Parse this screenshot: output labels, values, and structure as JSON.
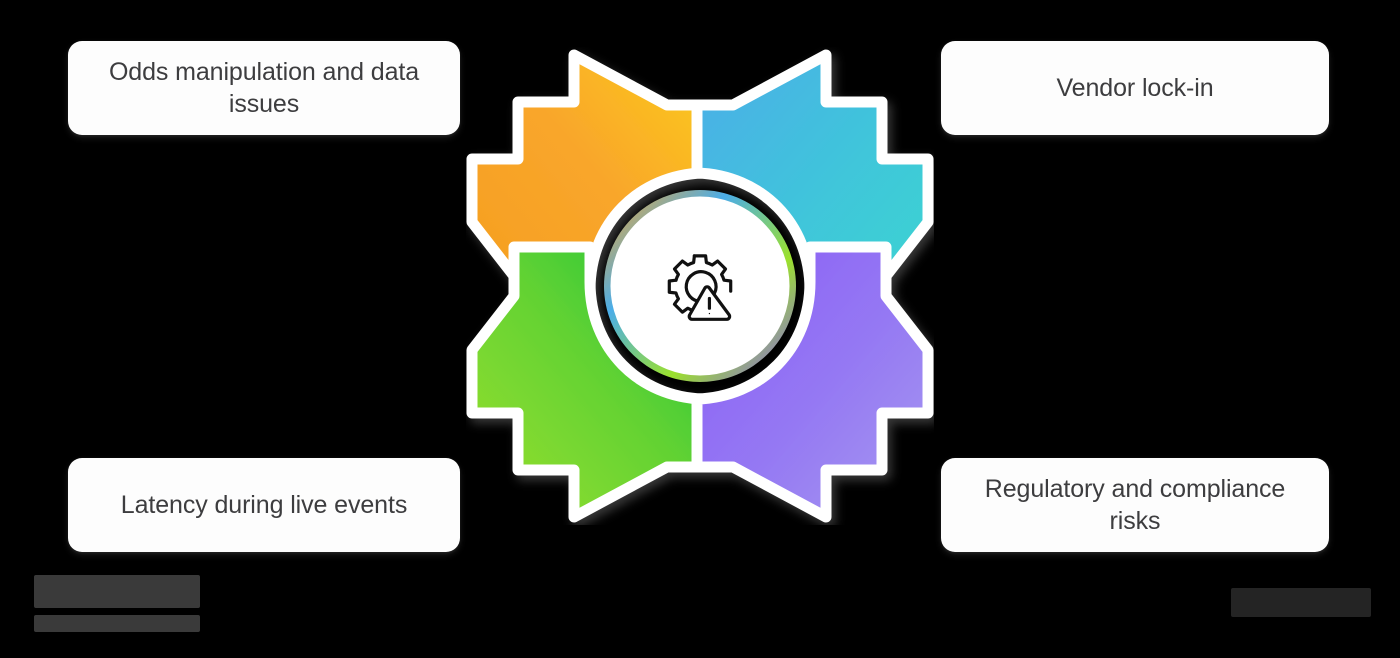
{
  "diagram": {
    "type": "four-quadrant-outward-arrow-cycle",
    "center": {
      "icon": "gear-warning-icon",
      "icon_description": "gear with warning triangle",
      "circle_fill": "#ffffff",
      "ring_colors": [
        "#f9a62b",
        "#4bade8",
        "#9be02c",
        "#8a5cf6"
      ]
    },
    "quadrants": [
      {
        "position": "top-left",
        "label": "Odds manipulation and data issues",
        "color_start": "#f9a62b",
        "color_end": "#fbcb1b",
        "arrow_direction": "up-left"
      },
      {
        "position": "top-right",
        "label": "Vendor lock-in",
        "color_start": "#4bade8",
        "color_end": "#3dd6d0",
        "arrow_direction": "up-right"
      },
      {
        "position": "bottom-left",
        "label": "Latency during live events",
        "color_start": "#9be02c",
        "color_end": "#18c43c",
        "arrow_direction": "down-left"
      },
      {
        "position": "bottom-right",
        "label": "Regulatory and compliance risks",
        "color_start": "#8a5cf6",
        "color_end": "#a79af0",
        "arrow_direction": "down-right"
      }
    ]
  },
  "watermarks": {
    "left": "",
    "right": ""
  }
}
